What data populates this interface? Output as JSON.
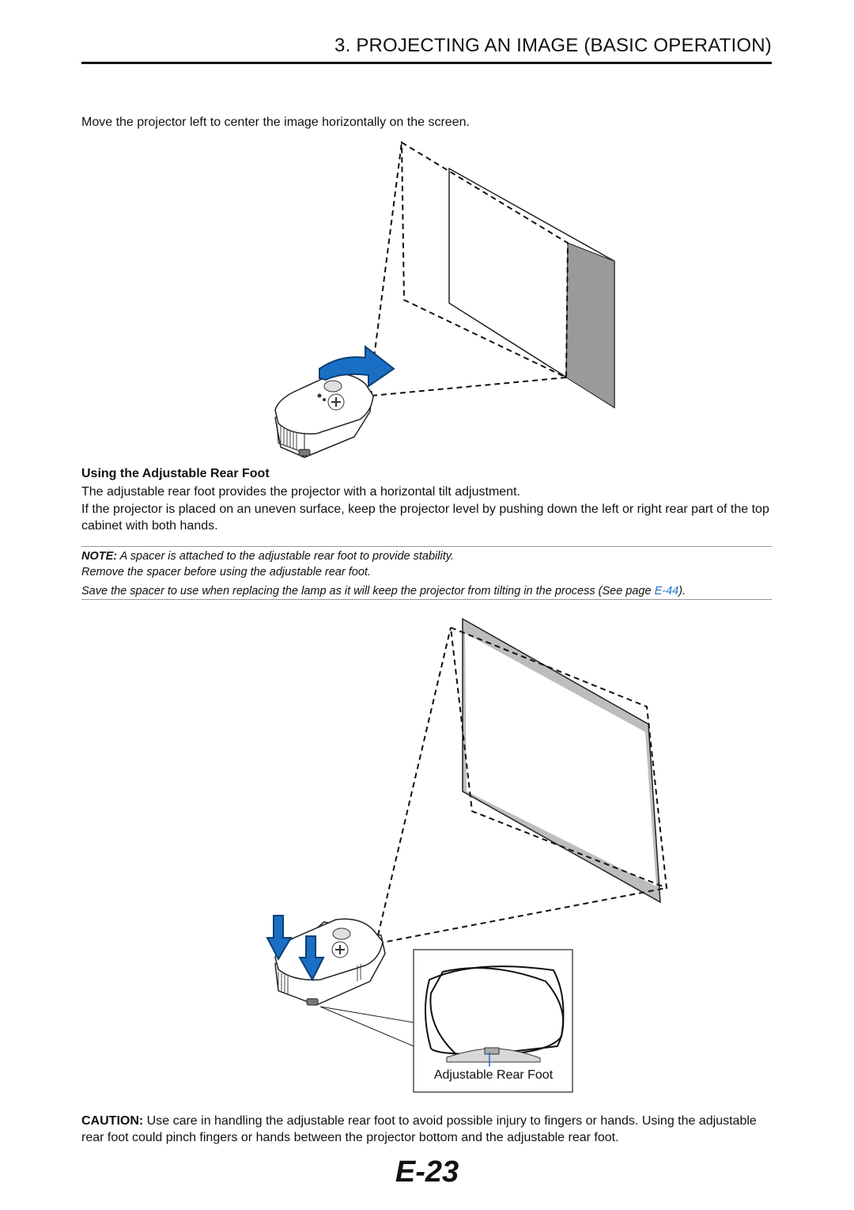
{
  "header": {
    "title": "3. PROJECTING AN IMAGE (BASIC OPERATION)"
  },
  "intro": {
    "text": "Move the projector left to center the image horizontally on the screen."
  },
  "rear_foot_section": {
    "heading": "Using the Adjustable Rear Foot",
    "paragraph1": "The adjustable rear foot provides the projector with a horizontal tilt adjustment.",
    "paragraph2": "If the projector is placed on an uneven surface, keep the projector level by pushing down the left or right rear part of the top cabinet with both hands."
  },
  "note": {
    "label": "NOTE:",
    "line1": " A spacer is attached to the adjustable rear foot to provide stability.",
    "line2": "Remove the spacer before using the adjustable rear foot.",
    "line3_prefix": "Save the spacer to use when replacing the lamp as it will keep the projector from tilting in the process (See page ",
    "line3_link": "E-44",
    "line3_suffix": ")."
  },
  "figure2": {
    "inset_caption": "Adjustable Rear Foot"
  },
  "caution": {
    "label": "CAUTION:",
    "text": " Use care in handling the adjustable rear foot to avoid possible injury to fingers or hands. Using the adjustable rear foot could pinch fingers or hands between the projector bottom and the adjustable rear foot."
  },
  "page_number": "E-23",
  "colors": {
    "arrow_blue": "#1a6fc4",
    "link_blue": "#1e73c8",
    "screen_gray": "#9a9a9a"
  }
}
